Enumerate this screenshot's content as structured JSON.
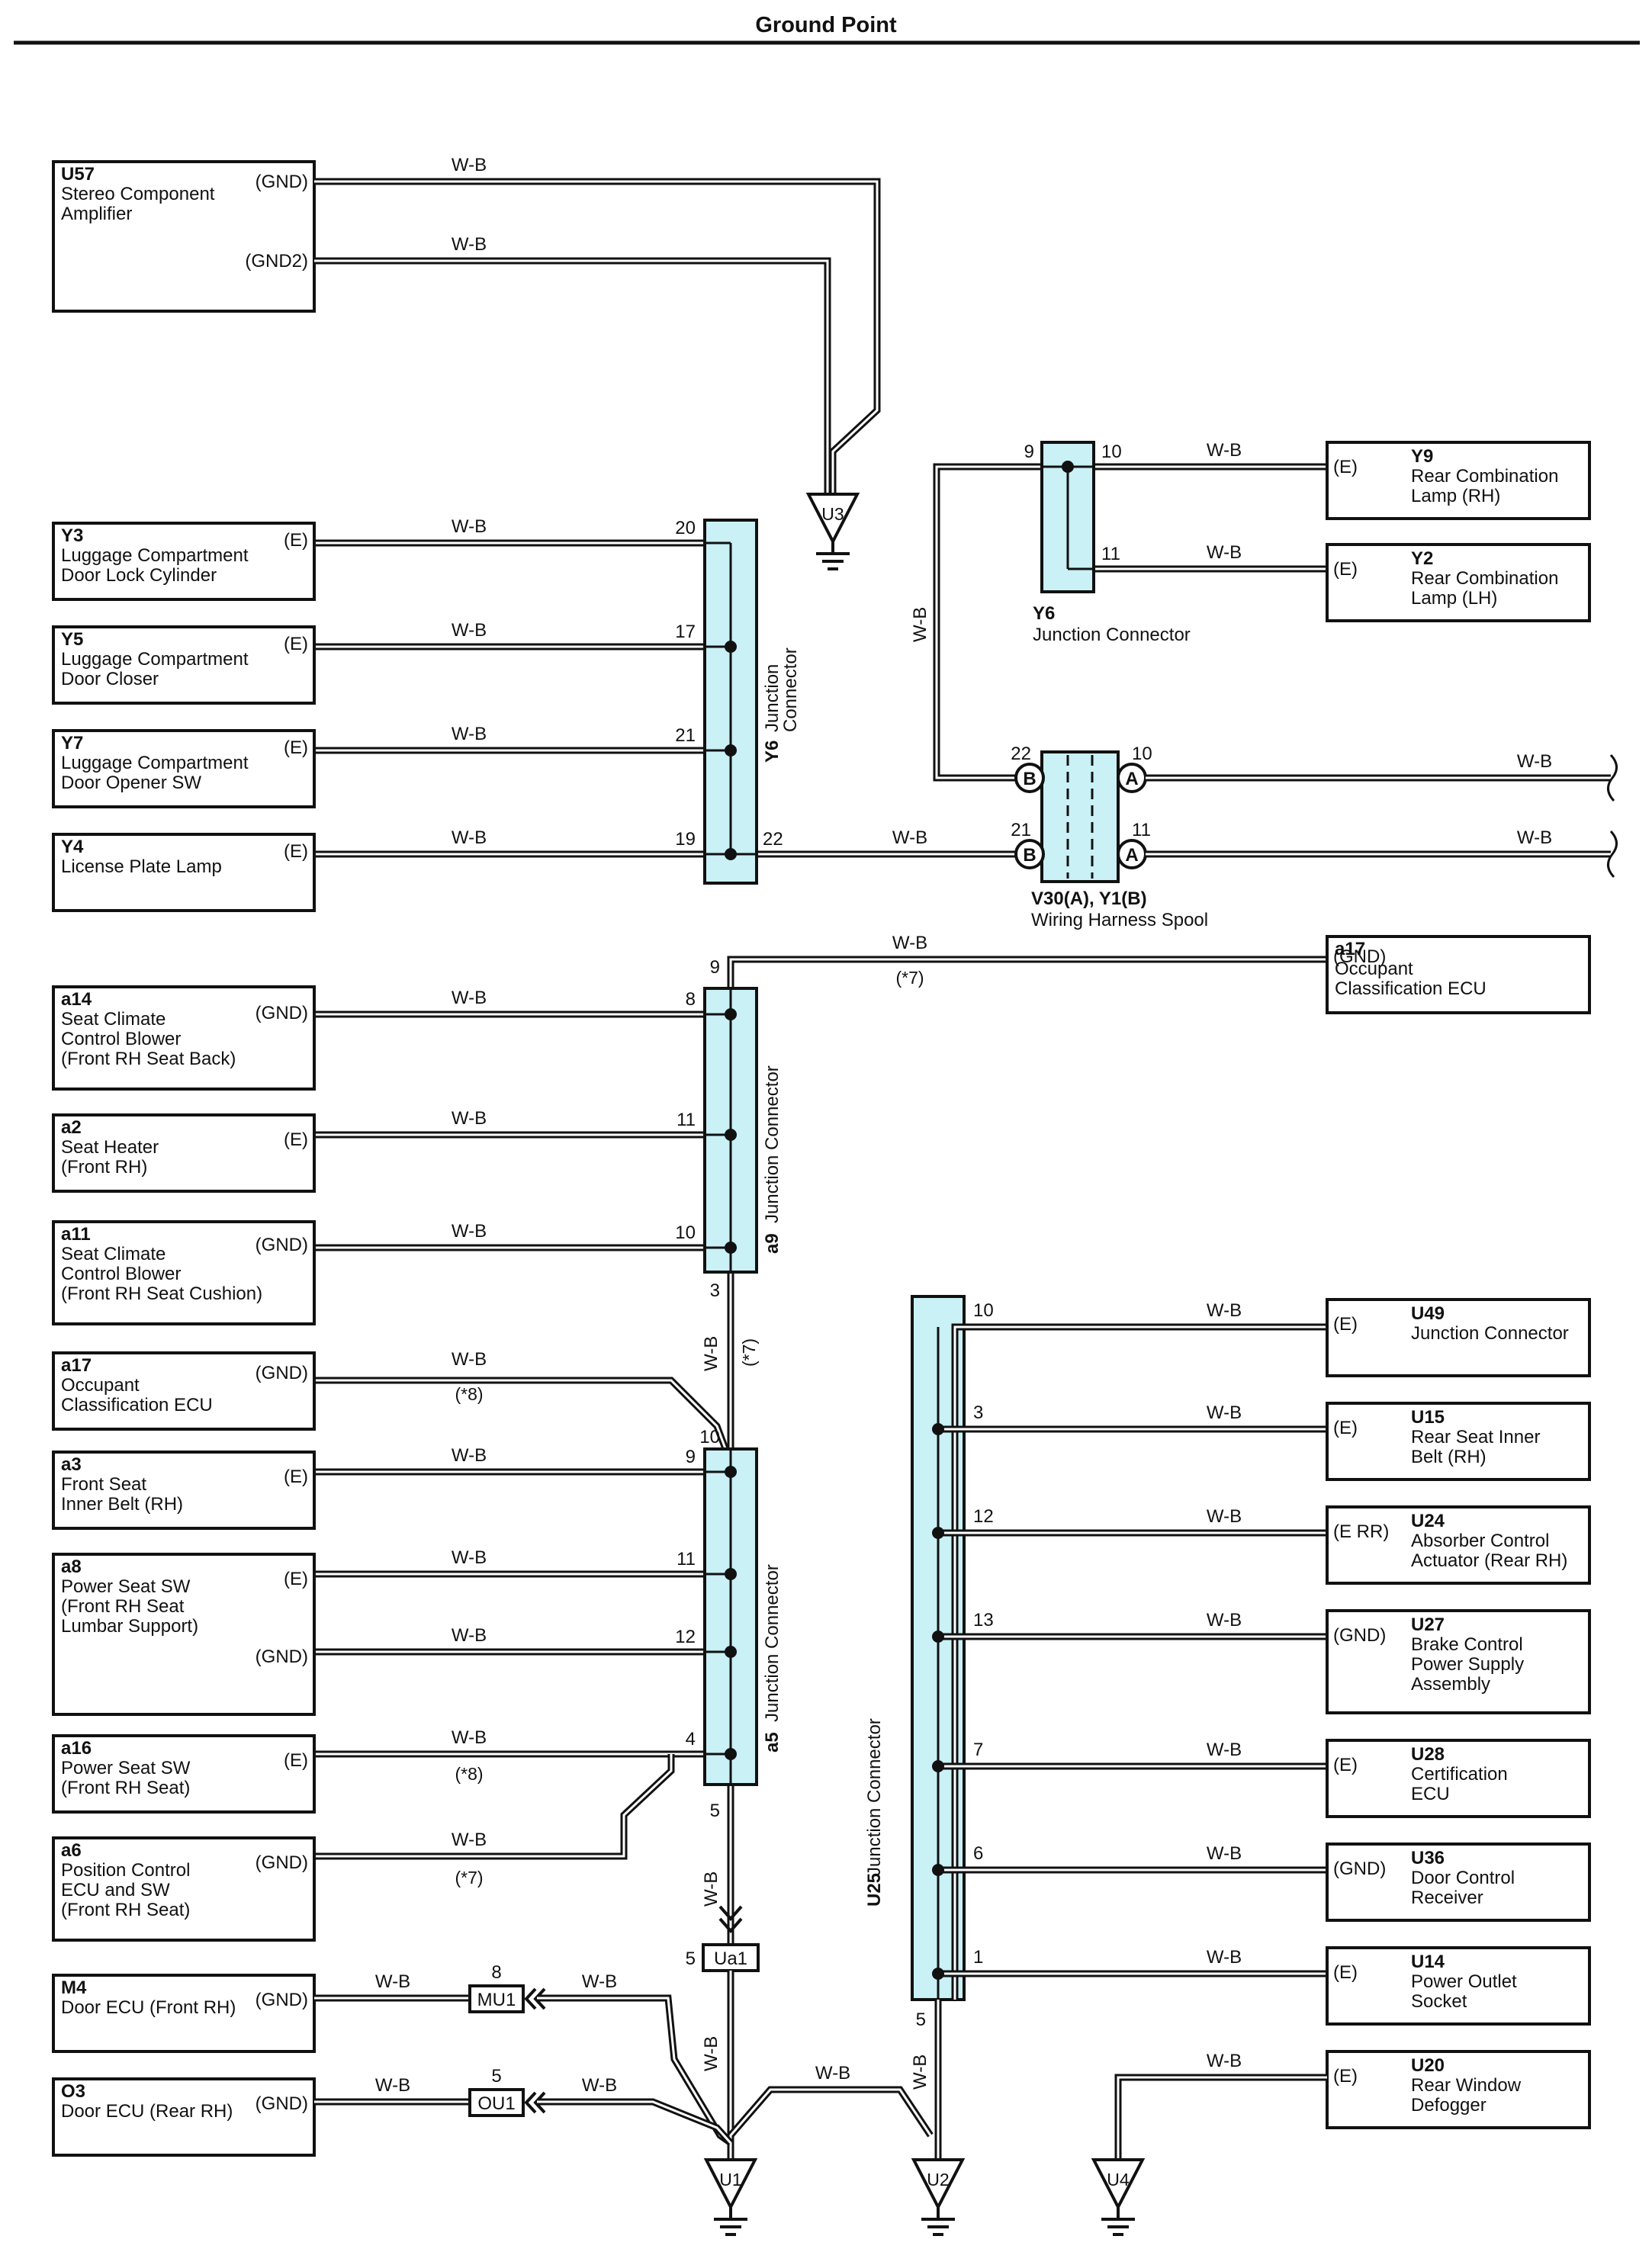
{
  "title": "Ground Point",
  "wire_color": "W-B",
  "colors": {
    "junction_fill": "#c9f1f6",
    "line": "#111111"
  },
  "components": [
    {
      "code": "U57",
      "name": [
        "Stereo Component",
        "Amplifier"
      ],
      "terms": [
        "(GND)",
        "(GND2)"
      ]
    },
    {
      "code": "Y3",
      "name": [
        "Luggage Compartment",
        "Door Lock Cylinder"
      ],
      "terms": [
        "(E)"
      ]
    },
    {
      "code": "Y5",
      "name": [
        "Luggage Compartment",
        "Door Closer"
      ],
      "terms": [
        "(E)"
      ]
    },
    {
      "code": "Y7",
      "name": [
        "Luggage Compartment",
        "Door Opener SW"
      ],
      "terms": [
        "(E)"
      ]
    },
    {
      "code": "Y4",
      "name": [
        "License Plate Lamp"
      ],
      "terms": [
        "(E)"
      ]
    },
    {
      "code": "Y9",
      "name": [
        "Rear Combination",
        "Lamp (RH)"
      ],
      "terms": [
        "(E)"
      ]
    },
    {
      "code": "Y2",
      "name": [
        "Rear Combination",
        "Lamp (LH)"
      ],
      "terms": [
        "(E)"
      ]
    },
    {
      "code": "a17",
      "name": [
        "Occupant",
        "Classification ECU"
      ],
      "terms": [
        "(GND)"
      ]
    },
    {
      "code": "a14",
      "name": [
        "Seat Climate",
        "Control Blower",
        "(Front RH Seat Back)"
      ],
      "terms": [
        "(GND)"
      ]
    },
    {
      "code": "a2",
      "name": [
        "Seat Heater",
        "(Front RH)"
      ],
      "terms": [
        "(E)"
      ]
    },
    {
      "code": "a11",
      "name": [
        "Seat Climate",
        "Control Blower",
        "(Front RH Seat Cushion)"
      ],
      "terms": [
        "(GND)"
      ]
    },
    {
      "code": "a17",
      "name": [
        "Occupant",
        "Classification ECU"
      ],
      "terms": [
        "(GND)"
      ]
    },
    {
      "code": "a3",
      "name": [
        "Front Seat",
        "Inner Belt (RH)"
      ],
      "terms": [
        "(E)"
      ]
    },
    {
      "code": "a8",
      "name": [
        "Power Seat SW",
        "(Front RH Seat",
        " Lumbar Support)"
      ],
      "terms": [
        "(E)",
        "(GND)"
      ]
    },
    {
      "code": "a16",
      "name": [
        "Power Seat SW",
        "(Front RH Seat)"
      ],
      "terms": [
        "(E)"
      ]
    },
    {
      "code": "a6",
      "name": [
        "Position Control",
        "ECU and SW",
        "(Front RH Seat)"
      ],
      "terms": [
        "(GND)"
      ]
    },
    {
      "code": "M4",
      "name": [
        "Door ECU (Front RH)"
      ],
      "terms": [
        "(GND)"
      ]
    },
    {
      "code": "O3",
      "name": [
        "Door ECU (Rear RH)"
      ],
      "terms": [
        "(GND)"
      ]
    },
    {
      "code": "U49",
      "name": [
        "Junction Connector"
      ],
      "terms": [
        "(E)"
      ]
    },
    {
      "code": "U15",
      "name": [
        "Rear Seat Inner",
        "Belt (RH)"
      ],
      "terms": [
        "(E)"
      ]
    },
    {
      "code": "U24",
      "name": [
        "Absorber Control",
        "Actuator (Rear RH)"
      ],
      "terms": [
        "(E RR)"
      ]
    },
    {
      "code": "U27",
      "name": [
        "Brake Control",
        "Power Supply",
        "Assembly"
      ],
      "terms": [
        "(GND)"
      ]
    },
    {
      "code": "U28",
      "name": [
        "Certification",
        "ECU"
      ],
      "terms": [
        "(E)"
      ]
    },
    {
      "code": "U36",
      "name": [
        "Door Control",
        "Receiver"
      ],
      "terms": [
        "(GND)"
      ]
    },
    {
      "code": "U14",
      "name": [
        "Power Outlet",
        "Socket"
      ],
      "terms": [
        "(E)"
      ]
    },
    {
      "code": "U20",
      "name": [
        "Rear Window",
        "Defogger"
      ],
      "terms": [
        "(E)"
      ]
    }
  ],
  "junctions": [
    {
      "code": "Y6",
      "label": [
        "Junction",
        "Connector"
      ],
      "pins": [
        "20",
        "17",
        "21",
        "19",
        "22"
      ]
    },
    {
      "code": "Y6",
      "label": [
        "Junction Connector"
      ],
      "pins": [
        "9",
        "10",
        "11"
      ]
    },
    {
      "code": "a9",
      "label": [
        "Junction Connector"
      ],
      "pins": [
        "9",
        "8",
        "11",
        "10",
        "3"
      ]
    },
    {
      "code": "a5",
      "label": [
        "Junction Connector"
      ],
      "pins": [
        "10",
        "9",
        "11",
        "12",
        "4",
        "5"
      ]
    },
    {
      "code": "U25",
      "label": [
        "Junction Connector"
      ],
      "pins": [
        "10",
        "3",
        "12",
        "13",
        "7",
        "6",
        "1",
        "5"
      ]
    }
  ],
  "spool": {
    "code": "V30(A), Y1(B)",
    "label": "Wiring Harness Spool",
    "pins": [
      "22",
      "21",
      "10",
      "11"
    ],
    "sides": [
      "B",
      "A"
    ]
  },
  "inline_connectors": [
    {
      "code": "Ua1",
      "pin": "5"
    },
    {
      "code": "MU1",
      "pin": "8"
    },
    {
      "code": "OU1",
      "pin": "5"
    }
  ],
  "grounds": [
    "U3",
    "U1",
    "U2",
    "U4"
  ],
  "notes": [
    "(*7)",
    "(*8)"
  ]
}
